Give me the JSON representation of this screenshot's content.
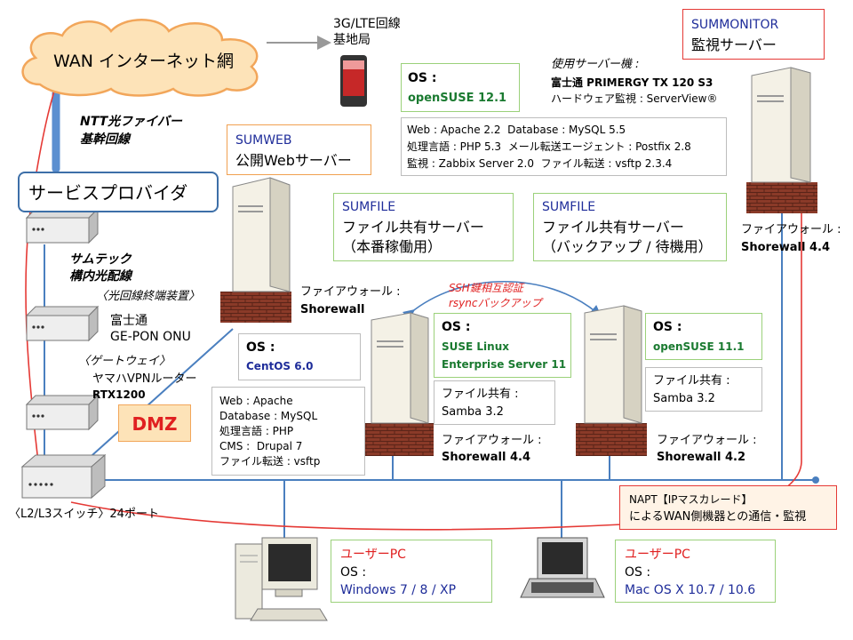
{
  "wan": {
    "label": "WAN インターネット網"
  },
  "mobile": {
    "line1": "3G/LTE回線",
    "line2": "基地局"
  },
  "fiber": {
    "line1": "NTT光ファイバー",
    "line2": "基幹回線"
  },
  "isp": {
    "label": "サービスプロバイダ"
  },
  "sumtech": {
    "line1": "サムテック",
    "line2": "構内光配線"
  },
  "onu": {
    "role": "〈光回線終端装置〉",
    "line1": "富士通",
    "line2": "GE-PON ONU"
  },
  "router": {
    "role": "〈ゲートウェイ〉",
    "line1": "ヤマハVPNルーター",
    "line2": "RTX1200"
  },
  "dmz": {
    "label": "DMZ"
  },
  "switch": {
    "label": "〈L2/L3スイッチ〉24ポート"
  },
  "os_box_top": {
    "title": "OS :",
    "value": "openSUSE 12.1"
  },
  "spec_box": {
    "line1": "Web : Apache 2.2  Database : MySQL 5.5",
    "line2": "処理言語 : PHP 5.3  メール転送エージェント : Postfix 2.8",
    "line3": "監視 : Zabbix Server 2.0  ファイル転送 : vsftp 2.3.4"
  },
  "hw": {
    "line1": "使用サーバー機 :",
    "line2": "富士通 PRIMERGY TX 120 S3",
    "line3": "ハードウェア監視 : ServerView®"
  },
  "summonitor": {
    "name": "SUMMONITOR",
    "desc": "監視サーバー",
    "fw_label": "ファイアウォール :",
    "fw_value": "Shorewall 4.4"
  },
  "sumweb": {
    "name": "SUMWEB",
    "desc": "公開Webサーバー",
    "fw_label": "ファイアウォール :",
    "fw_value": "Shorewall",
    "os_title": "OS :",
    "os_value": "CentOS 6.0",
    "spec1": "Web : Apache",
    "spec2": "Database : MySQL",
    "spec3": "処理言語 : PHP",
    "spec4": "CMS :  Drupal 7",
    "spec5": "ファイル転送 : vsftp"
  },
  "sumfile1": {
    "name": "SUMFILE",
    "desc1": "ファイル共有サーバー",
    "desc2": "（本番稼働用）",
    "os_title": "OS :",
    "os_value1": "SUSE Linux",
    "os_value2": "Enterprise Server 11",
    "share_label": "ファイル共有 :",
    "share_value": "Samba 3.2",
    "fw_label": "ファイアウォール :",
    "fw_value": "Shorewall 4.4"
  },
  "sumfile2": {
    "name": "SUMFILE",
    "desc1": "ファイル共有サーバー",
    "desc2": "（バックアップ / 待機用）",
    "os_title": "OS :",
    "os_value": "openSUSE 11.1",
    "share_label": "ファイル共有 :",
    "share_value": "Samba 3.2",
    "fw_label": "ファイアウォール :",
    "fw_value": "Shorewall 4.2"
  },
  "ssh": {
    "line1": "SSH鍵相互認証",
    "line2": "rsyncバックアップ"
  },
  "napt": {
    "line1": "NAPT【IPマスカレード】",
    "line2": "によるWAN側機器との通信・監視"
  },
  "user_win": {
    "title": "ユーザーPC",
    "os_title": "OS :",
    "os_value": "Windows 7 / 8 / XP"
  },
  "user_mac": {
    "title": "ユーザーPC",
    "os_title": "OS :",
    "os_value": "Mac OS X 10.7 / 10.6"
  },
  "colors": {
    "accent_red": "#e53935",
    "line_blue": "#4a7fbf",
    "green_border": "#9bd17a",
    "orange_border": "#f0a050"
  }
}
